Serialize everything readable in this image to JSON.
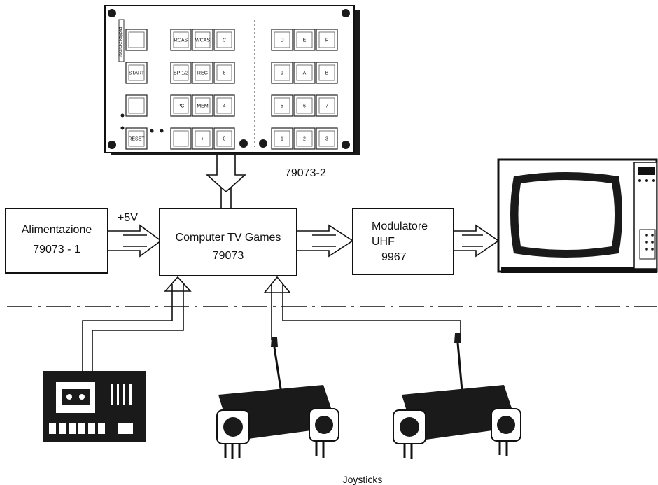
{
  "keypad": {
    "label": "79073-2",
    "side_label": "79073-2 keypad",
    "left_keys": [
      "",
      "START",
      "",
      "RESET"
    ],
    "mid_keys": [
      "RCAS",
      "WCAS",
      "C",
      "BP 1/2",
      "REG",
      "8",
      "PC",
      "MEM",
      "4",
      "–",
      "+",
      "0"
    ],
    "right_keys": [
      "D",
      "E",
      "F",
      "9",
      "A",
      "B",
      "5",
      "6",
      "7",
      "1",
      "2",
      "3"
    ]
  },
  "power_supply": {
    "line1": "Alimentazione",
    "line2": "79073 - 1"
  },
  "voltage_label": "+5V",
  "computer": {
    "line1": "Computer TV Games",
    "line2": "79073"
  },
  "modulator": {
    "line1": "Modulatore",
    "line2": "UHF",
    "line3": "9967"
  },
  "joysticks_label": "Joysticks",
  "icons": [
    "keypad-board",
    "tv-set-icon",
    "cassette-recorder-icon",
    "joystick-icon"
  ]
}
